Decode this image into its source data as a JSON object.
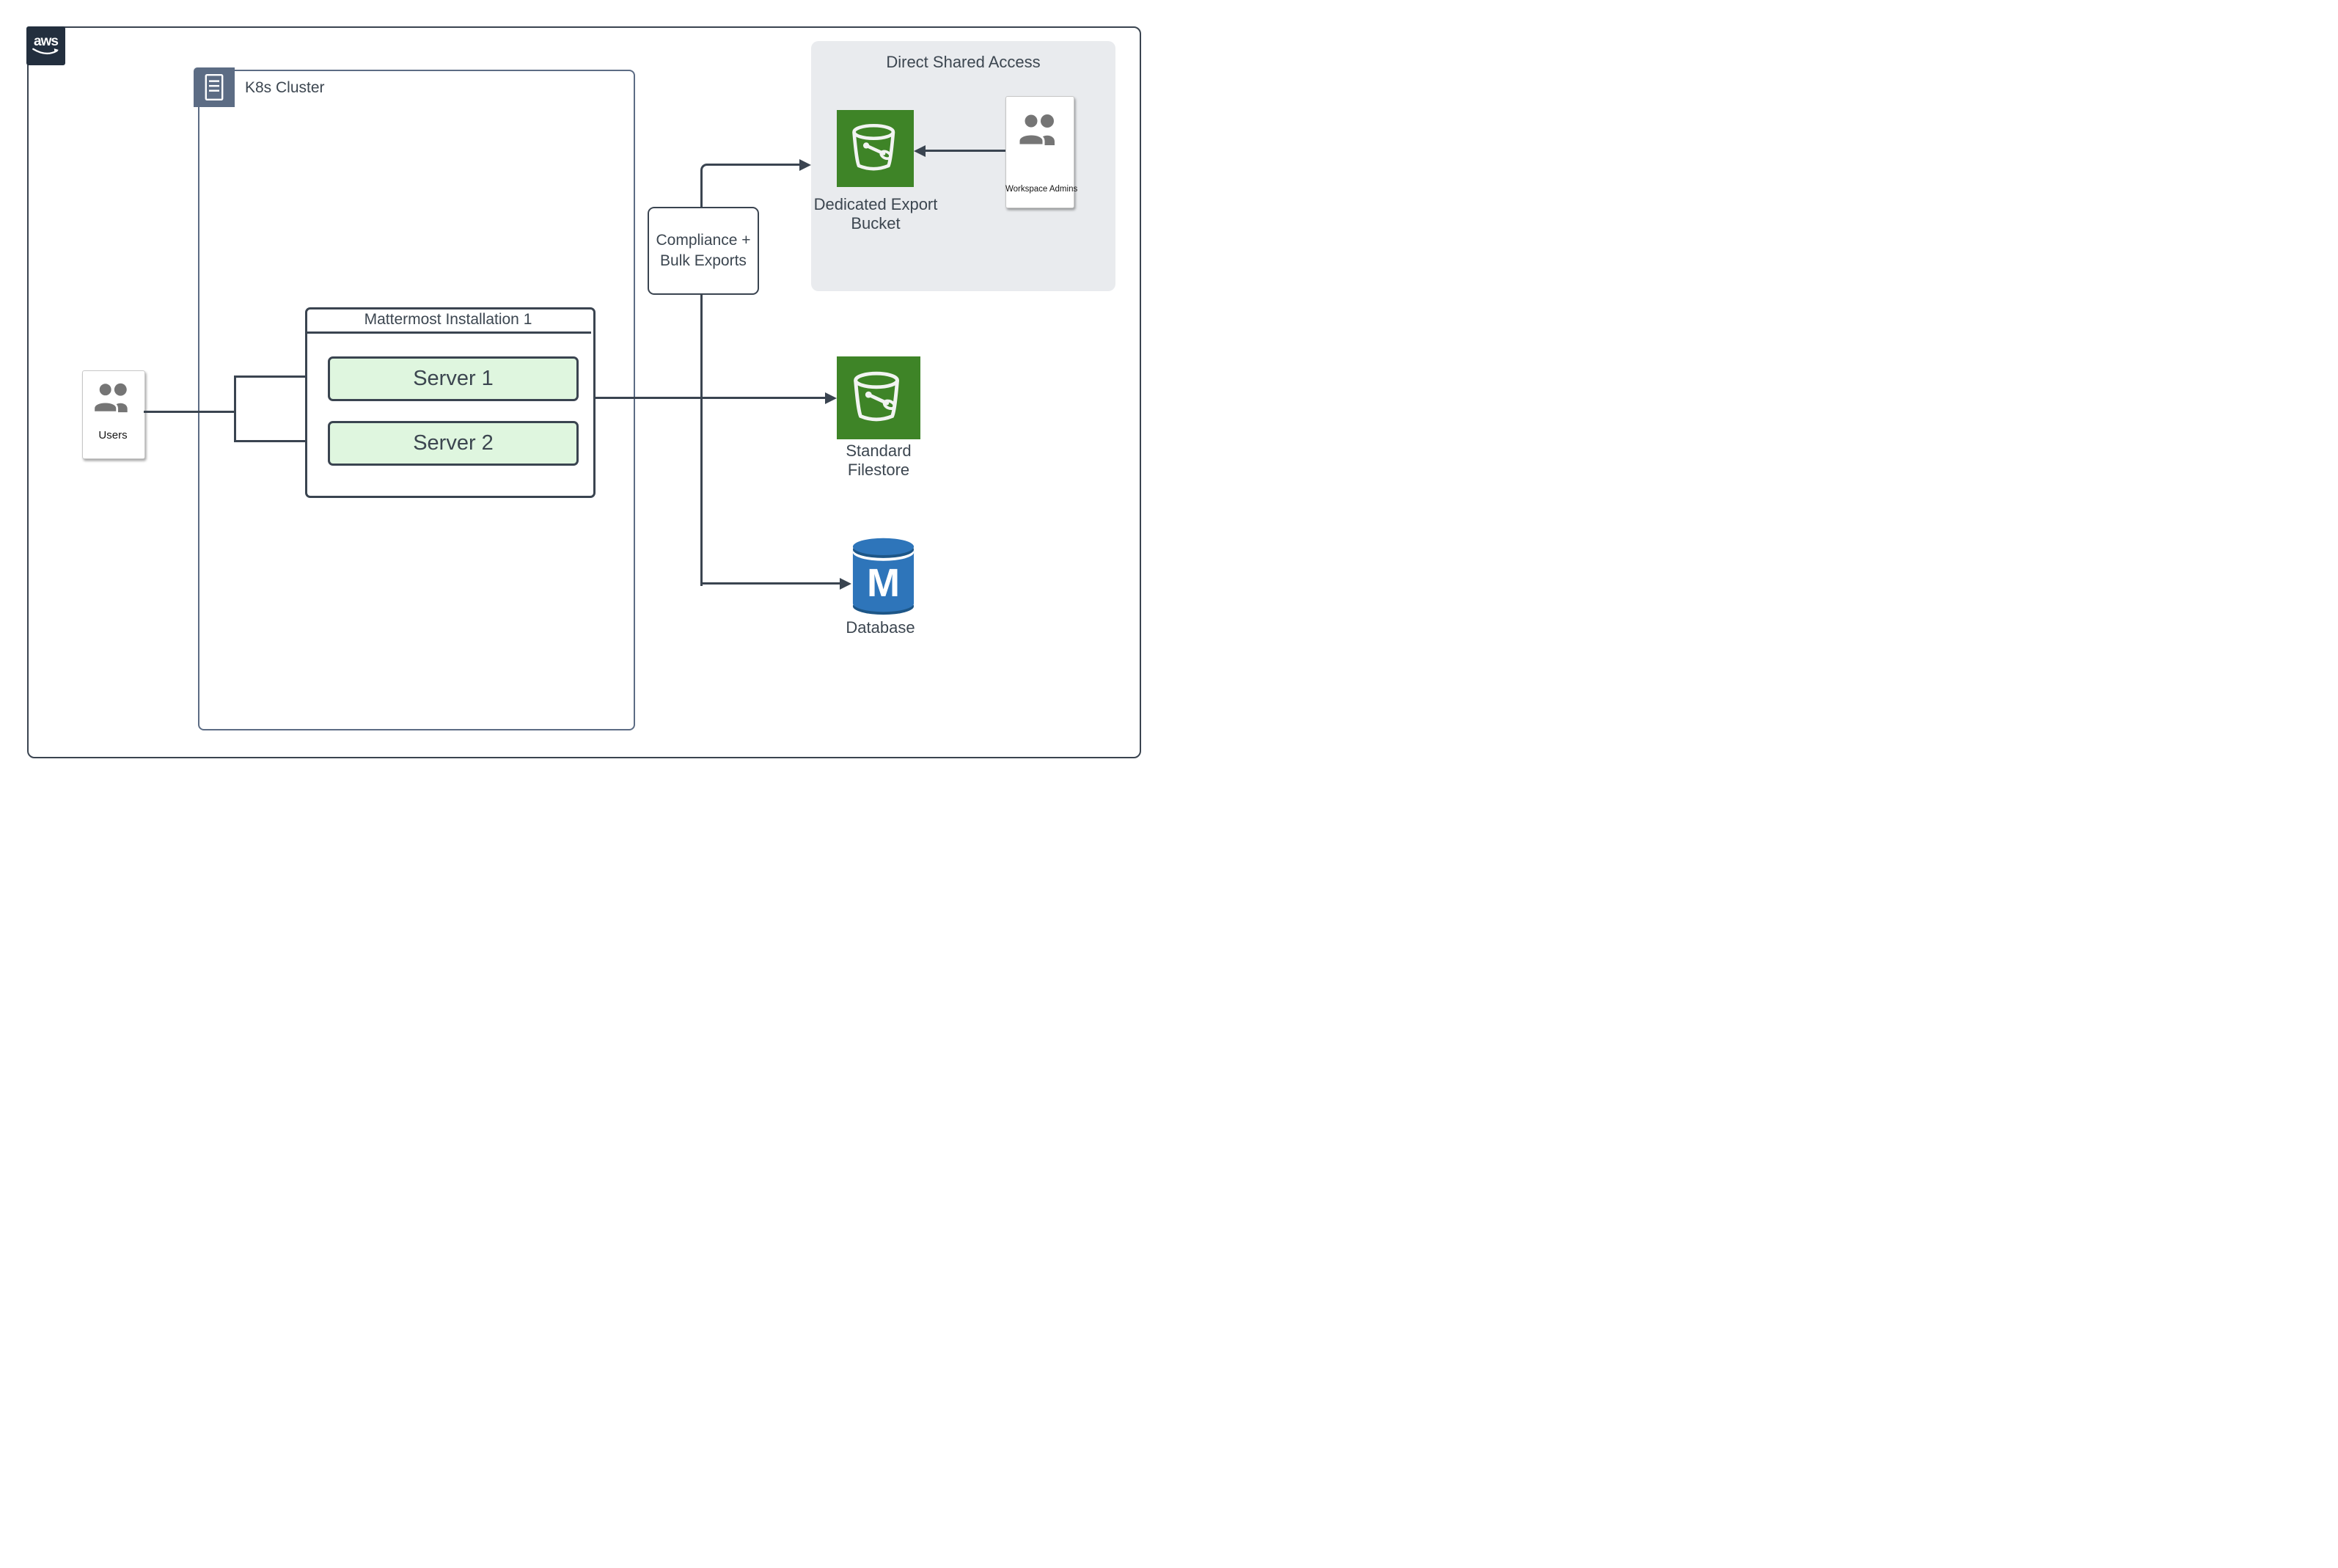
{
  "aws_logo": {
    "text": "aws"
  },
  "k8s": {
    "label": "K8s Cluster"
  },
  "users": {
    "label": "Users"
  },
  "mattermost": {
    "title": "Mattermost Installation 1",
    "servers": [
      {
        "label": "Server 1"
      },
      {
        "label": "Server 2"
      }
    ]
  },
  "compliance": {
    "label": "Compliance + Bulk Exports"
  },
  "direct_shared_access": {
    "title": "Direct Shared Access",
    "bucket_label": "Dedicated Export Bucket",
    "admins_label": "Workspace Admins"
  },
  "filestore": {
    "label": "Standard Filestore"
  },
  "database": {
    "label": "Database",
    "monogram": "M"
  },
  "icons": {
    "aws_smile": "aws-smile-icon",
    "k8s_badge": "server-rack-icon",
    "users": "people-icon",
    "admins": "people-icon",
    "buckets": "s3-bucket-icon",
    "database": "database-cylinder-icon"
  },
  "colors": {
    "line_dark": "#3A4450",
    "k8s_slate": "#5C6C84",
    "bucket_green": "#3E8427",
    "server_fill": "#DFF6DF",
    "panel_gray": "#E9EBEE",
    "aws_navy": "#232F3E",
    "db_blue": "#2E75BA",
    "db_dark": "#1D5687",
    "person_gray": "#757575"
  }
}
